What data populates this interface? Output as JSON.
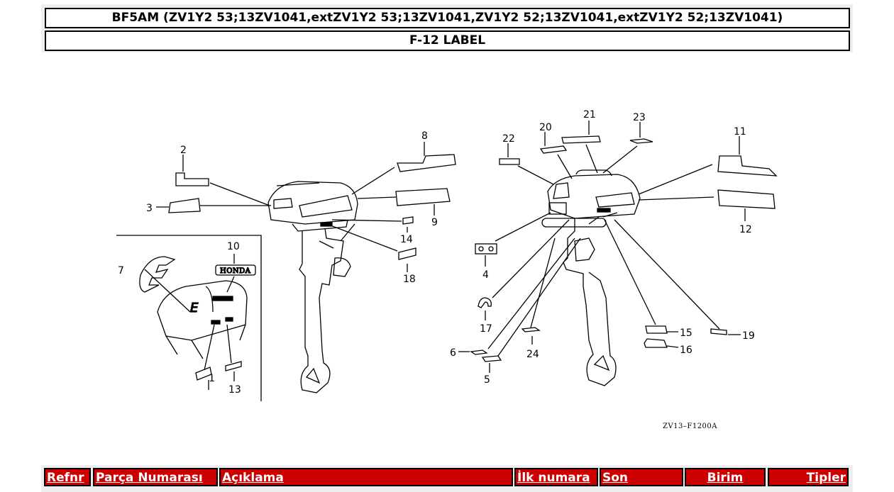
{
  "header": {
    "model_title": "BF5AM (ZV1Y2 53;13ZV1041,extZV1Y2 53;13ZV1041,ZV1Y2 52;13ZV1041,extZV1Y2 52;13ZV1041)",
    "section_title": "F-12 LABEL"
  },
  "diagram": {
    "code": "ZV13–F1200A",
    "brand_text": "HONDA",
    "callouts": [
      "1",
      "2",
      "3",
      "4",
      "5",
      "6",
      "7",
      "8",
      "9",
      "10",
      "11",
      "12",
      "13",
      "14",
      "15",
      "16",
      "17",
      "18",
      "19",
      "20",
      "21",
      "22",
      "23",
      "24"
    ]
  },
  "table": {
    "columns": [
      "Refnr",
      "Parça Numarası",
      "Açıklama",
      "İlk numara",
      "Son",
      "Birim",
      "Tipler"
    ]
  }
}
